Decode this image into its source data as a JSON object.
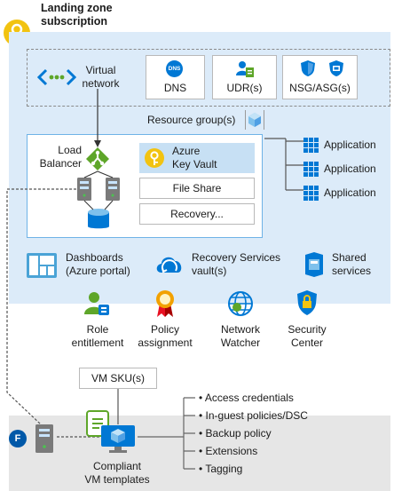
{
  "title": {
    "line1": "Landing zone",
    "line2": "subscription"
  },
  "network": {
    "vnet": {
      "line1": "Virtual",
      "line2": "network"
    },
    "dns": {
      "badge": "DNS",
      "label": "DNS"
    },
    "udr": {
      "label": "UDR(s)"
    },
    "nsg": {
      "label": "NSG/ASG(s)"
    }
  },
  "resource_group": {
    "label": "Resource group(s)"
  },
  "workload": {
    "load_balancer": {
      "line1": "Load",
      "line2": "Balancer"
    },
    "key_vault": {
      "line1": "Azure",
      "line2": "Key Vault"
    },
    "file_share": "File Share",
    "recovery": "Recovery..."
  },
  "applications": [
    "Application",
    "Application",
    "Application"
  ],
  "services": {
    "dashboards": {
      "line1": "Dashboards",
      "line2": "(Azure portal)"
    },
    "recovery_vault": {
      "line1": "Recovery Services",
      "line2": "vault(s)"
    },
    "shared": {
      "line1": "Shared",
      "line2": "services"
    }
  },
  "governance": [
    {
      "line1": "Role",
      "line2": "entitlement"
    },
    {
      "line1": "Policy",
      "line2": "assignment"
    },
    {
      "line1": "Network",
      "line2": "Watcher"
    },
    {
      "line1": "Security",
      "line2": "Center"
    }
  ],
  "vm_sku": "VM SKU(s)",
  "templates": {
    "line1": "Compliant",
    "line2": "VM templates"
  },
  "badge_f": "F",
  "bullets": [
    "• Access credentials",
    "• In-guest policies/DSC",
    "• Backup policy",
    "• Extensions",
    "• Tagging"
  ],
  "colors": {
    "panel": "#dcebf9",
    "bottom_band": "#e6e6e6",
    "azure_blue": "#0078d4",
    "key_yellow": "#f2c311",
    "keyvault_bg": "#c7e0f4",
    "green": "#5ea629"
  }
}
